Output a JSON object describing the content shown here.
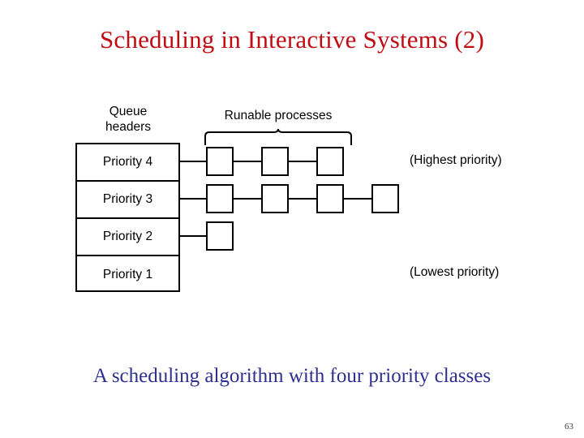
{
  "slide": {
    "title": "Scheduling in Interactive Systems (2)",
    "caption": "A scheduling algorithm with four priority classes",
    "page_number": "63",
    "title_color": "#c00d14",
    "caption_color": "#2f2f8f"
  },
  "figure": {
    "queue_headers_label_line1": "Queue",
    "queue_headers_label_line2": "headers",
    "runable_label": "Runable processes",
    "annotations": {
      "highest": "(Highest priority)",
      "lowest": "(Lowest priority)"
    },
    "queues": [
      {
        "label": "Priority 4",
        "process_count": 3
      },
      {
        "label": "Priority 3",
        "process_count": 4
      },
      {
        "label": "Priority 2",
        "process_count": 1
      },
      {
        "label": "Priority 1",
        "process_count": 0
      }
    ]
  }
}
